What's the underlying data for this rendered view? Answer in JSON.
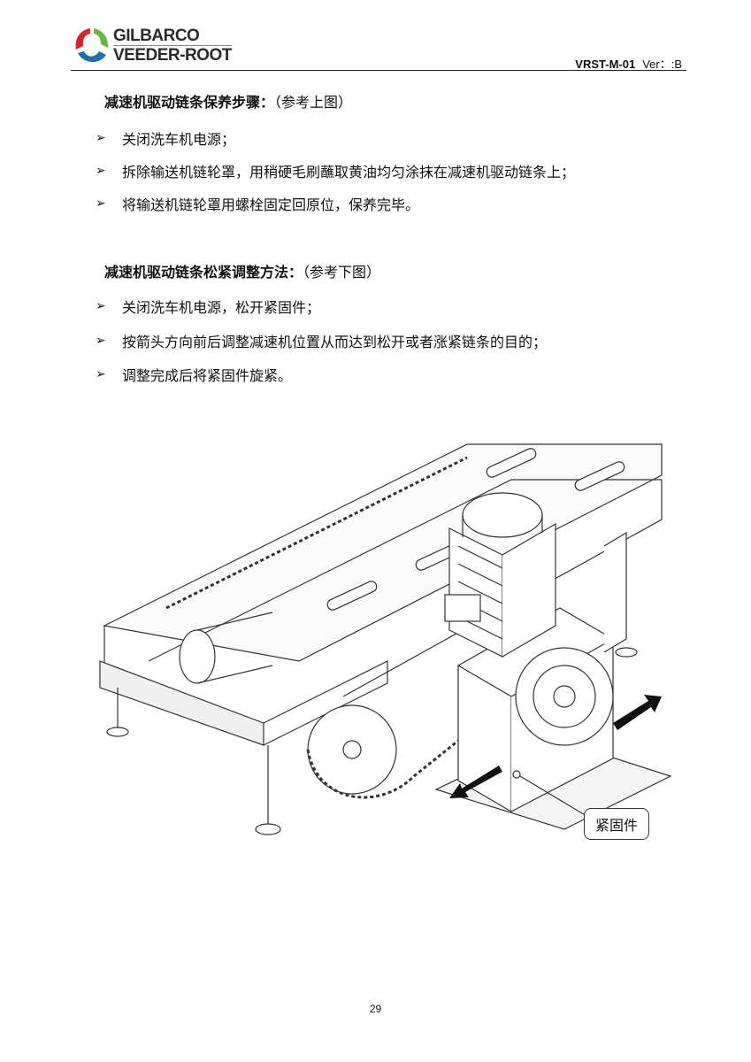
{
  "header": {
    "logo_text_line1": "GILBARCO",
    "logo_text_line2": "VEEDER-ROOT",
    "doc_id": "VRST-M-01",
    "version": "Ver：:B"
  },
  "section1": {
    "title": "减速机驱动链条保养步骤：",
    "ref": "（参考上图）",
    "steps": [
      "关闭洗车机电源；",
      "拆除输送机链轮罩，用稍硬毛刷蘸取黄油均匀涂抹在减速机驱动链条上；",
      "将输送机链轮罩用螺栓固定回原位，保养完毕。"
    ]
  },
  "section2": {
    "title": "减速机驱动链条松紧调整方法：",
    "ref": "（参考下图）",
    "steps": [
      "关闭洗车机电源，松开紧固件；",
      "按箭头方向前后调整减速机位置从而达到松开或者涨紧链条的目的；",
      "调整完成后将紧固件旋紧。"
    ]
  },
  "figure": {
    "callout": "紧固件"
  },
  "footer": {
    "page_number": "29"
  }
}
